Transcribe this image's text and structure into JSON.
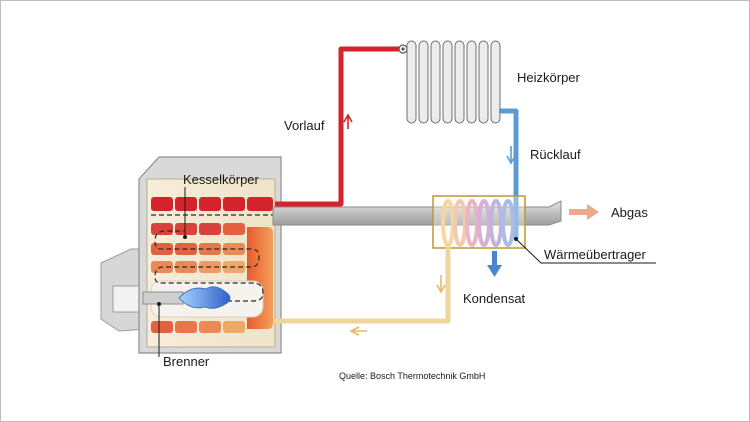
{
  "labels": {
    "heizkoerper": "Heizkörper",
    "vorlauf": "Vorlauf",
    "ruecklauf": "Rücklauf",
    "kesselkoerper": "Kesselkörper",
    "abgas": "Abgas",
    "waermeuebertrager": "Wärmeübertrager",
    "kondensat": "Kondensat",
    "brenner": "Brenner"
  },
  "source": "Quelle: Bosch Thermotechnik GmbH",
  "colors": {
    "supply_red": "#d4232a",
    "return_blue": "#5b9bd5",
    "condensate_yellow": "#f0d59a",
    "boiler_cream": "#f5ecd6",
    "casing_grey": "#d9d9d9",
    "flue_pipe_grey": "#c8c8c8",
    "exhaust_salmon": "#f0a88a",
    "flame_blue": "#3f7fd8"
  },
  "icons": {
    "supply_flow": "arrow-up-icon",
    "return_flow": "arrow-down-icon",
    "condensate_flow": "arrow-down-icon",
    "exhaust_flow": "arrow-right-icon",
    "cold_return_flow": "arrow-left-icon"
  }
}
